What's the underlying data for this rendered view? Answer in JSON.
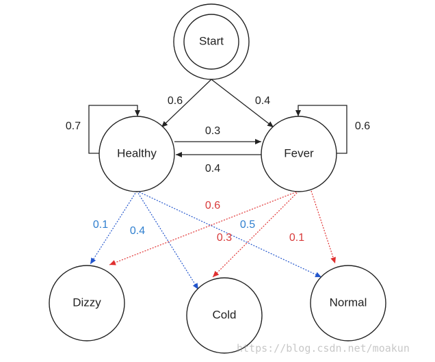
{
  "diagram": {
    "states": {
      "start": "Start",
      "healthy": "Healthy",
      "fever": "Fever"
    },
    "observations": {
      "dizzy": "Dizzy",
      "cold": "Cold",
      "normal": "Normal"
    },
    "start_probabilities": {
      "healthy": "0.6",
      "fever": "0.4"
    },
    "transition_probabilities": {
      "healthy_to_healthy": "0.7",
      "healthy_to_fever": "0.3",
      "fever_to_healthy": "0.4",
      "fever_to_fever": "0.6"
    },
    "emission_probabilities": {
      "healthy_dizzy": "0.1",
      "healthy_cold": "0.4",
      "healthy_normal": "0.5",
      "fever_dizzy": "0.6",
      "fever_cold": "0.3",
      "fever_normal": "0.1"
    },
    "colors": {
      "node_stroke": "#222222",
      "healthy_emission": "#2255cc",
      "fever_emission": "#e03030"
    }
  },
  "watermark": "https://blog.csdn.net/moakun"
}
